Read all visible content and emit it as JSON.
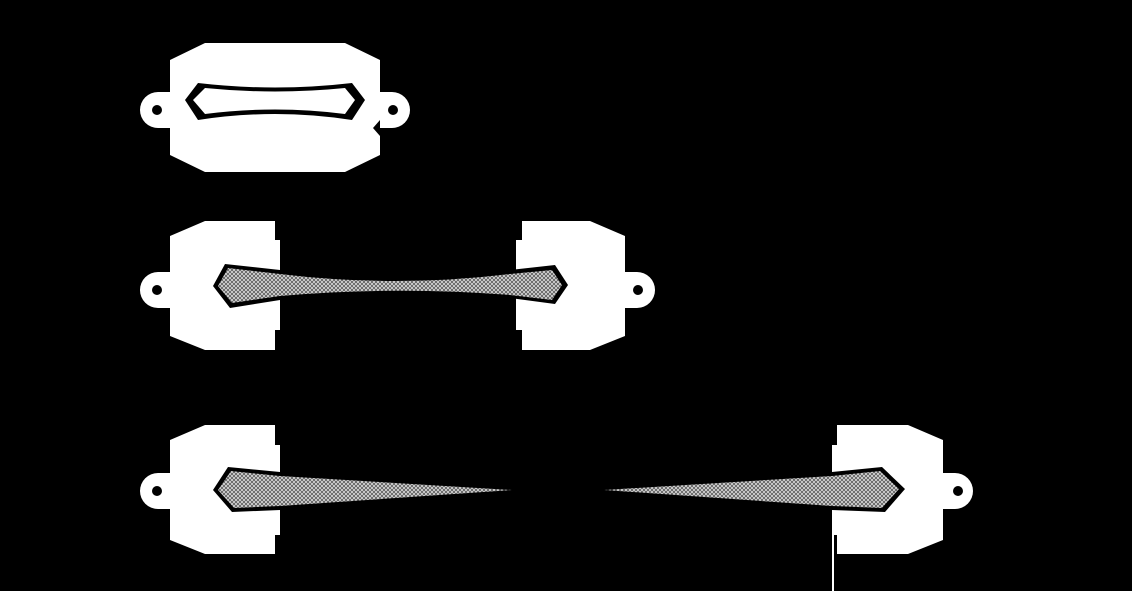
{
  "diagram": {
    "background_color": "#000000",
    "grip_color": "#ffffff",
    "specimen_color": "#8c8c8c",
    "panels": [
      {
        "name": "unstretched-specimen",
        "state": "initial",
        "specimen": "white-gap-between-grips"
      },
      {
        "name": "stretched-specimen",
        "state": "necking",
        "specimen": "continuous-hatched-neck"
      },
      {
        "name": "fractured-specimen",
        "state": "fractured",
        "specimen": "two-tapered-halves"
      }
    ]
  }
}
